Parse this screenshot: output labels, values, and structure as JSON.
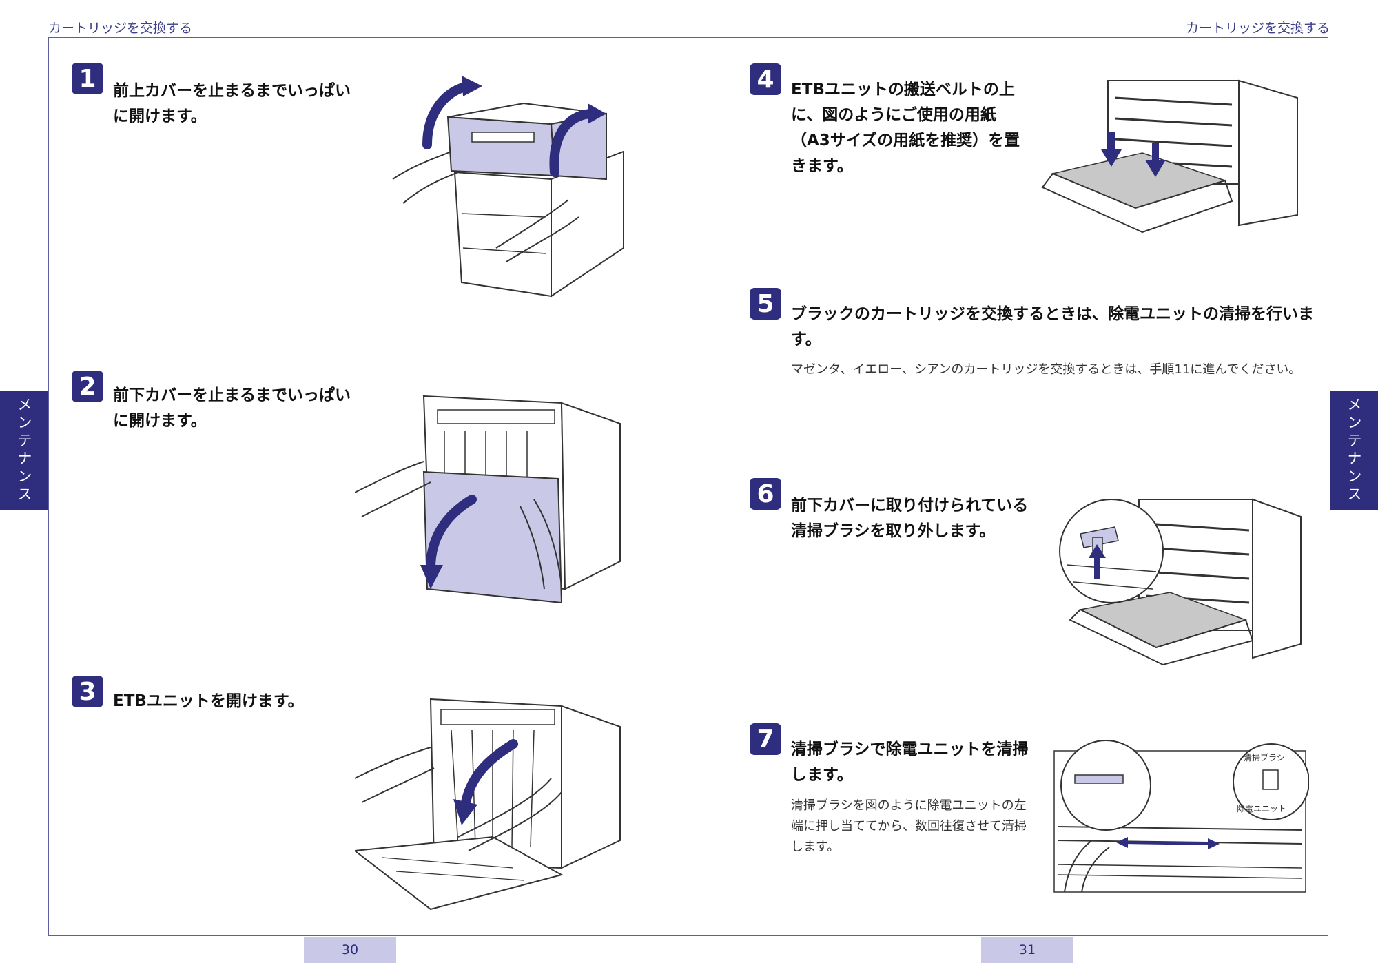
{
  "header": {
    "left_title": "カートリッジを交換する",
    "right_title": "カートリッジを交換する"
  },
  "side_tabs": {
    "left": "メンテナンス",
    "right": "メンテナンス"
  },
  "page_numbers": {
    "left": "30",
    "right": "31"
  },
  "steps": [
    {
      "number": "1",
      "text": "前上カバーを止まるまでいっぱいに開けます。"
    },
    {
      "number": "2",
      "text": "前下カバーを止まるまでいっぱいに開けます。"
    },
    {
      "number": "3",
      "text": "ETBユニットを開けます。"
    },
    {
      "number": "4",
      "text": "ETBユニットの搬送ベルトの上に、図のようにご使用の用紙（A3サイズの用紙を推奨）を置きます。"
    },
    {
      "number": "5",
      "text": "ブラックのカートリッジを交換するときは、除電ユニットの清掃を行います。",
      "sub": "マゼンタ、イエロー、シアンのカートリッジを交換するときは、手順11に進んでください。"
    },
    {
      "number": "6",
      "text": "前下カバーに取り付けられている清掃ブラシを取り外します。"
    },
    {
      "number": "7",
      "text": "清掃ブラシで除電ユニットを清掃します。",
      "sub": "清掃ブラシを図のように除電ユニットの左端に押し当ててから、数回往復させて清掃します。"
    }
  ],
  "illustration_labels": {
    "cleaning_brush": "清掃ブラシ",
    "static_eliminator": "除電ユニット"
  },
  "colors": {
    "accent": "#2e2d7e",
    "cover_highlight": "#c9c8e6",
    "frame": "#5c5ea0"
  }
}
